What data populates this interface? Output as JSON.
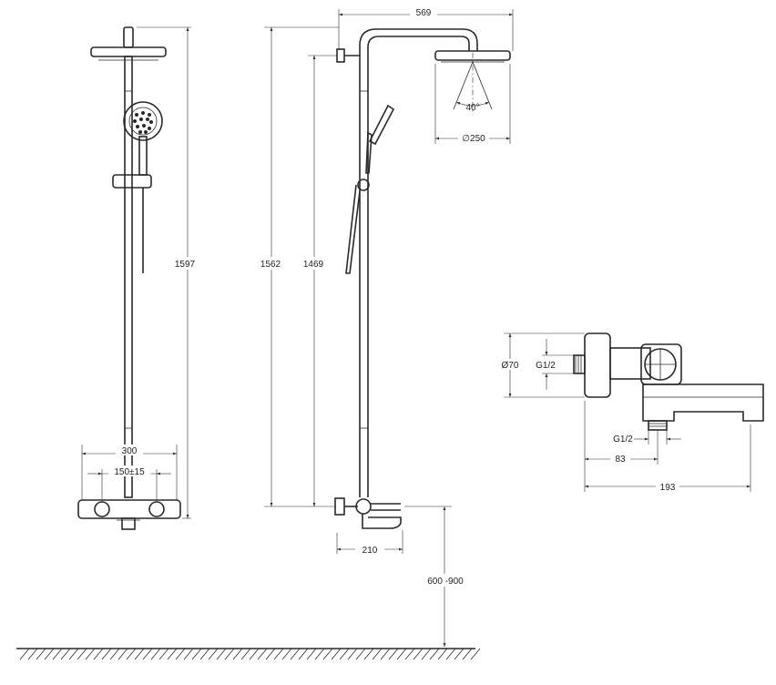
{
  "front_view": {
    "height": "1597",
    "width": "300",
    "connection_spacing": "150±15"
  },
  "side_view": {
    "reach": "569",
    "angle": "40°",
    "head_diameter": "∅250",
    "total_height": "1562",
    "slider_height": "1469",
    "spout_length": "210",
    "mount_height": "600 -900"
  },
  "mixer_detail": {
    "diameter": "Ø70",
    "thread_side": "G1/2",
    "thread_bottom": "G1/2",
    "offset": "83",
    "length": "193"
  }
}
